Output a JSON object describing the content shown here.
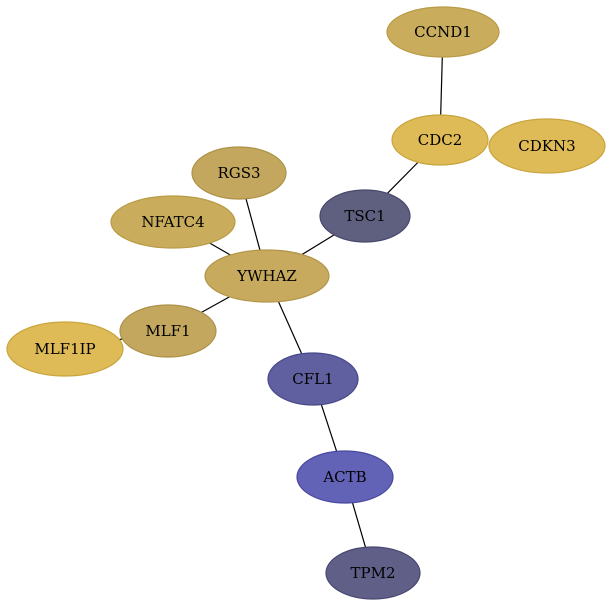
{
  "colors": {
    "background": "#ffffff",
    "edge": "#000000"
  },
  "nodes": [
    {
      "id": "CCND1",
      "label": "CCND1",
      "fill": "#c9ad5c",
      "stroke": "#b89b45"
    },
    {
      "id": "CDC2",
      "label": "CDC2",
      "fill": "#dfbb57",
      "stroke": "#c9a53f"
    },
    {
      "id": "CDKN3",
      "label": "CDKN3",
      "fill": "#dfbb57",
      "stroke": "#c9a53f"
    },
    {
      "id": "RGS3",
      "label": "RGS3",
      "fill": "#c3a75e",
      "stroke": "#ad9147"
    },
    {
      "id": "TSC1",
      "label": "TSC1",
      "fill": "#5f5f7f",
      "stroke": "#47476b"
    },
    {
      "id": "NFATC4",
      "label": "NFATC4",
      "fill": "#c9ad5c",
      "stroke": "#b89b45"
    },
    {
      "id": "YWHAZ",
      "label": "YWHAZ",
      "fill": "#c7aa5e",
      "stroke": "#b29548"
    },
    {
      "id": "MLF1",
      "label": "MLF1",
      "fill": "#c3a75e",
      "stroke": "#ad9147"
    },
    {
      "id": "MLF1IP",
      "label": "MLF1IP",
      "fill": "#dfbb57",
      "stroke": "#c9a53f"
    },
    {
      "id": "CFL1",
      "label": "CFL1",
      "fill": "#6060a0",
      "stroke": "#47478a"
    },
    {
      "id": "ACTB",
      "label": "ACTB",
      "fill": "#6262b6",
      "stroke": "#4848a0"
    },
    {
      "id": "TPM2",
      "label": "TPM2",
      "fill": "#5f5f87",
      "stroke": "#474770"
    }
  ],
  "edges": [
    {
      "source": "CCND1",
      "target": "CDC2"
    },
    {
      "source": "CDC2",
      "target": "TSC1"
    },
    {
      "source": "TSC1",
      "target": "YWHAZ"
    },
    {
      "source": "RGS3",
      "target": "YWHAZ"
    },
    {
      "source": "NFATC4",
      "target": "YWHAZ"
    },
    {
      "source": "MLF1",
      "target": "YWHAZ"
    },
    {
      "source": "MLF1IP",
      "target": "MLF1"
    },
    {
      "source": "YWHAZ",
      "target": "CFL1"
    },
    {
      "source": "CFL1",
      "target": "ACTB"
    },
    {
      "source": "ACTB",
      "target": "TPM2"
    }
  ]
}
